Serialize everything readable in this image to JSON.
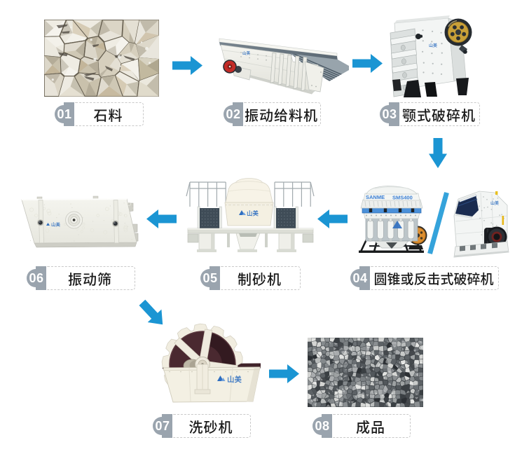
{
  "diagram": {
    "steps": [
      {
        "num": "01",
        "label": "石料"
      },
      {
        "num": "02",
        "label": "振动给料机"
      },
      {
        "num": "03",
        "label": "颚式破碎机"
      },
      {
        "num": "04",
        "label": "圆锥或反击式破碎机"
      },
      {
        "num": "05",
        "label": "制砂机"
      },
      {
        "num": "06",
        "label": "振动筛"
      },
      {
        "num": "07",
        "label": "洗砂机"
      },
      {
        "num": "08",
        "label": "成品"
      }
    ],
    "arrows": [
      {
        "from": "01",
        "to": "02",
        "direction": "right"
      },
      {
        "from": "02",
        "to": "03",
        "direction": "right"
      },
      {
        "from": "03",
        "to": "04",
        "direction": "down"
      },
      {
        "from": "04",
        "to": "05",
        "direction": "left"
      },
      {
        "from": "05",
        "to": "06",
        "direction": "left"
      },
      {
        "from": "06",
        "to": "07",
        "direction": "down-right"
      },
      {
        "from": "07",
        "to": "08",
        "direction": "right"
      }
    ]
  },
  "brand": {
    "logo_cn": "山美",
    "logo_en": "SANME",
    "cone_model": "SMS400"
  },
  "colors": {
    "arrow": "#1b95d3",
    "slash": "#35a3db",
    "badge": "#9aa4ae",
    "label_text": "#1a1a1a",
    "label_border": "#c9c9c9",
    "logo_blue": "#2e6ec0",
    "background": "#ffffff"
  }
}
